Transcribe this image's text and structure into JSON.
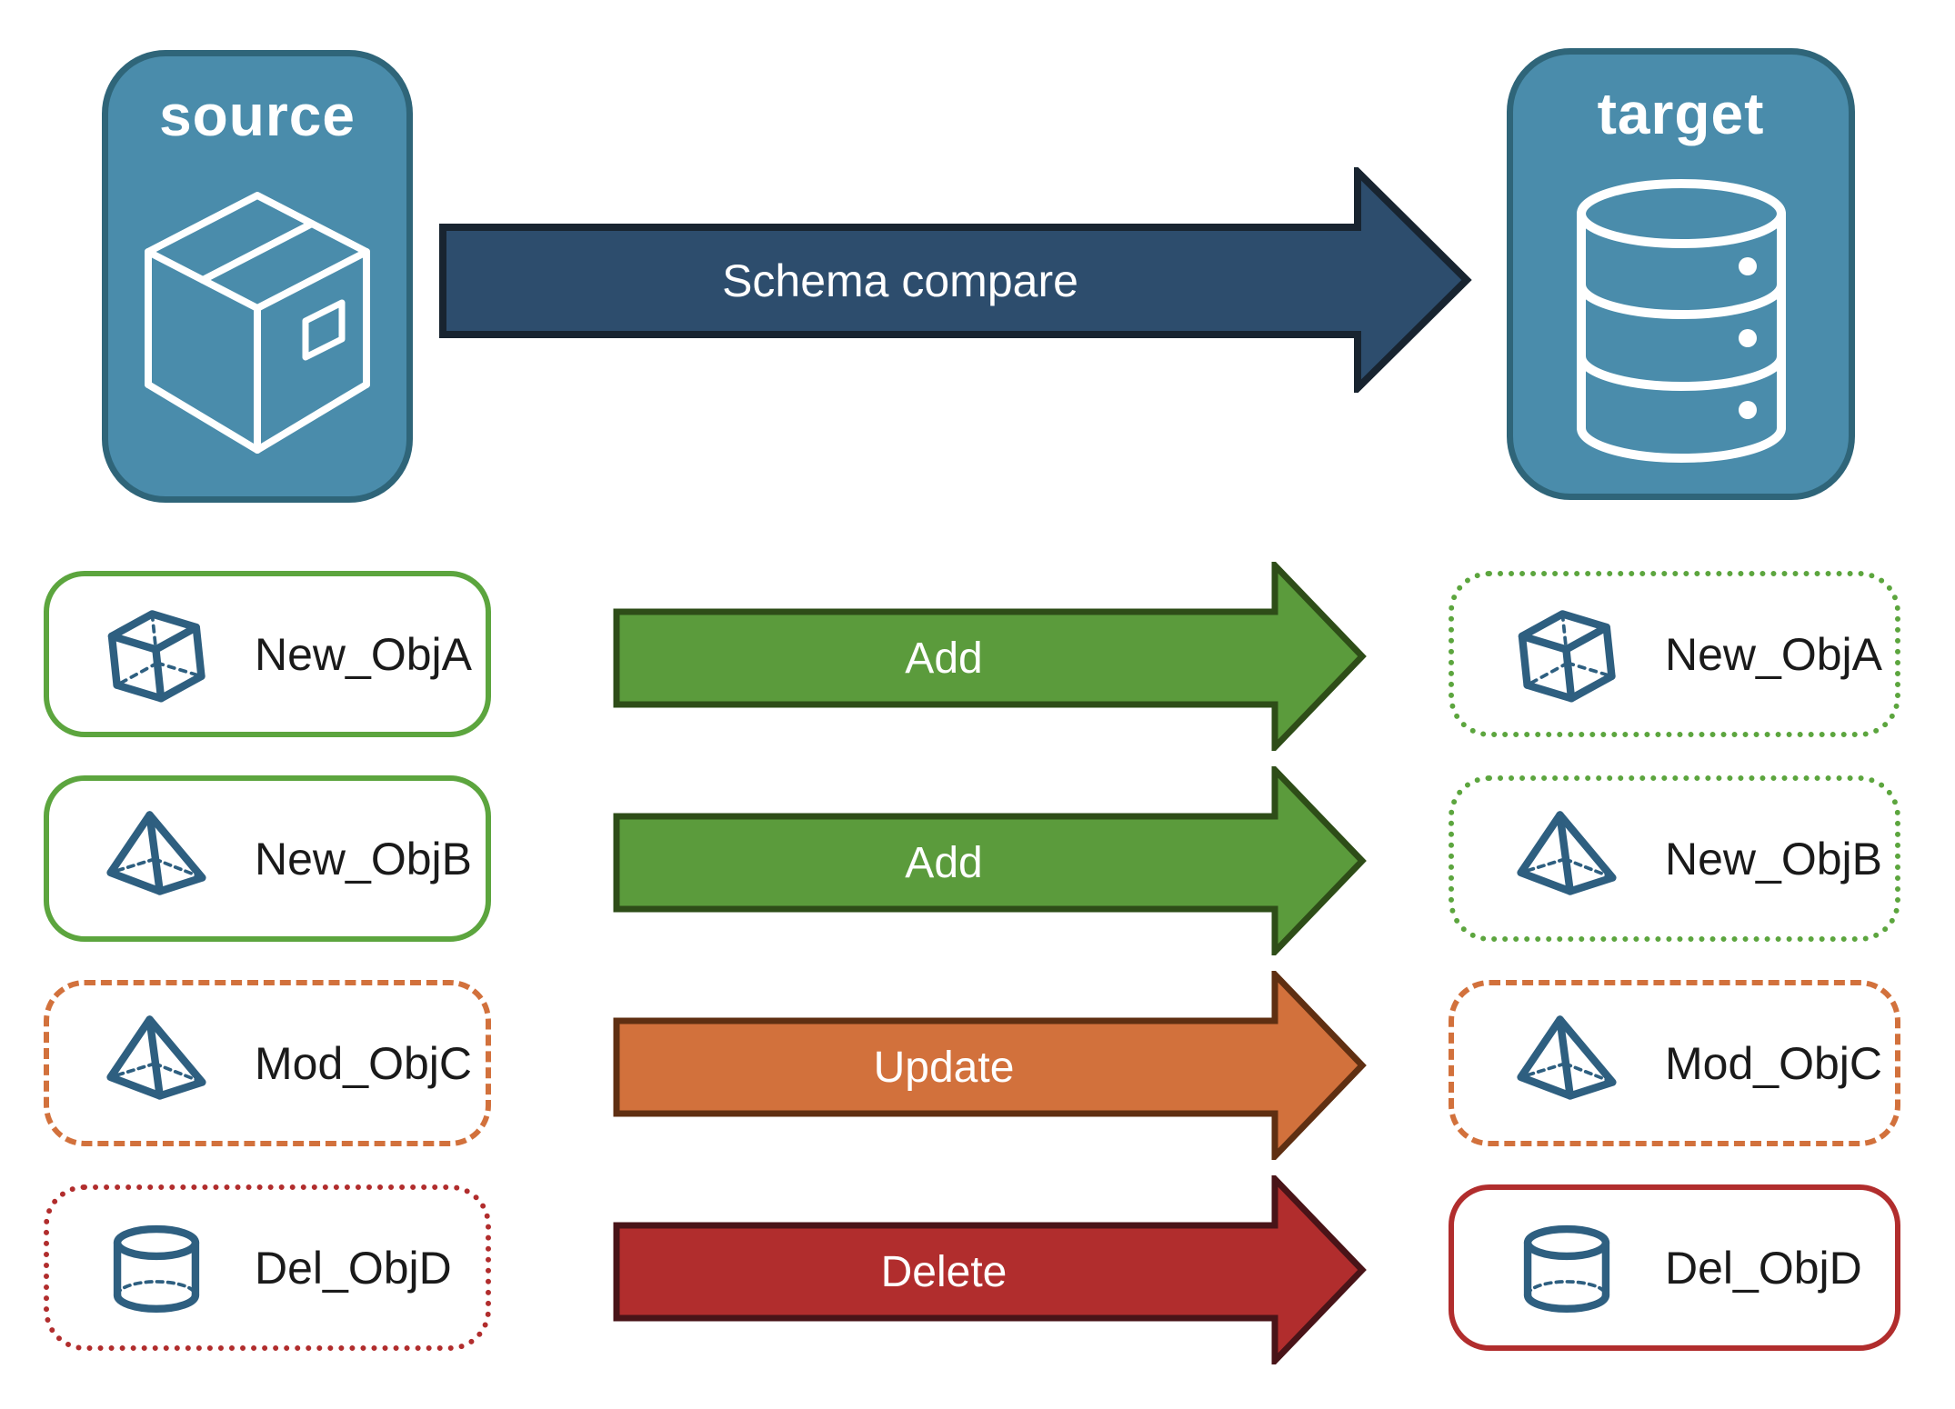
{
  "source_node": {
    "label": "source",
    "icon": "package-box-icon"
  },
  "target_node": {
    "label": "target",
    "icon": "database-icon"
  },
  "main_arrow": {
    "label": "Schema compare"
  },
  "rows": [
    {
      "object": "New_ObjA",
      "icon": "cube-icon",
      "action": "Add",
      "arrow": {
        "fill": "#5B9B3C",
        "border": "#2E4D18"
      },
      "source_box": {
        "border_color": "#5CA53E",
        "border_style": "solid"
      },
      "target_box": {
        "border_color": "#5CA53E",
        "border_style": "dotted"
      }
    },
    {
      "object": "New_ObjB",
      "icon": "pyramid-icon",
      "action": "Add",
      "arrow": {
        "fill": "#5B9B3C",
        "border": "#2E4D18"
      },
      "source_box": {
        "border_color": "#5CA53E",
        "border_style": "solid"
      },
      "target_box": {
        "border_color": "#5CA53E",
        "border_style": "dotted"
      }
    },
    {
      "object": "Mod_ObjC",
      "icon": "pyramid-icon",
      "action": "Update",
      "arrow": {
        "fill": "#D2713C",
        "border": "#5F2F12"
      },
      "source_box": {
        "border_color": "#D2713C",
        "border_style": "dashed"
      },
      "target_box": {
        "border_color": "#D2713C",
        "border_style": "dashed"
      }
    },
    {
      "object": "Del_ObjD",
      "icon": "cylinder-icon",
      "action": "Delete",
      "arrow": {
        "fill": "#B12D2D",
        "border": "#491418"
      },
      "source_box": {
        "border_color": "#B12D2D",
        "border_style": "dotted"
      },
      "target_box": {
        "border_color": "#B12D2D",
        "border_style": "solid"
      }
    }
  ],
  "colors": {
    "node_fill": "#4A8CAB",
    "node_border": "#2F6579",
    "node_icon": "#FFFFFF",
    "object_icon": "#2E5F80",
    "main_arrow_fill": "#2D4D6D",
    "main_arrow_border": "#182430",
    "label_text": "#1A1A1A",
    "arrow_text": "#FFFFFF"
  }
}
